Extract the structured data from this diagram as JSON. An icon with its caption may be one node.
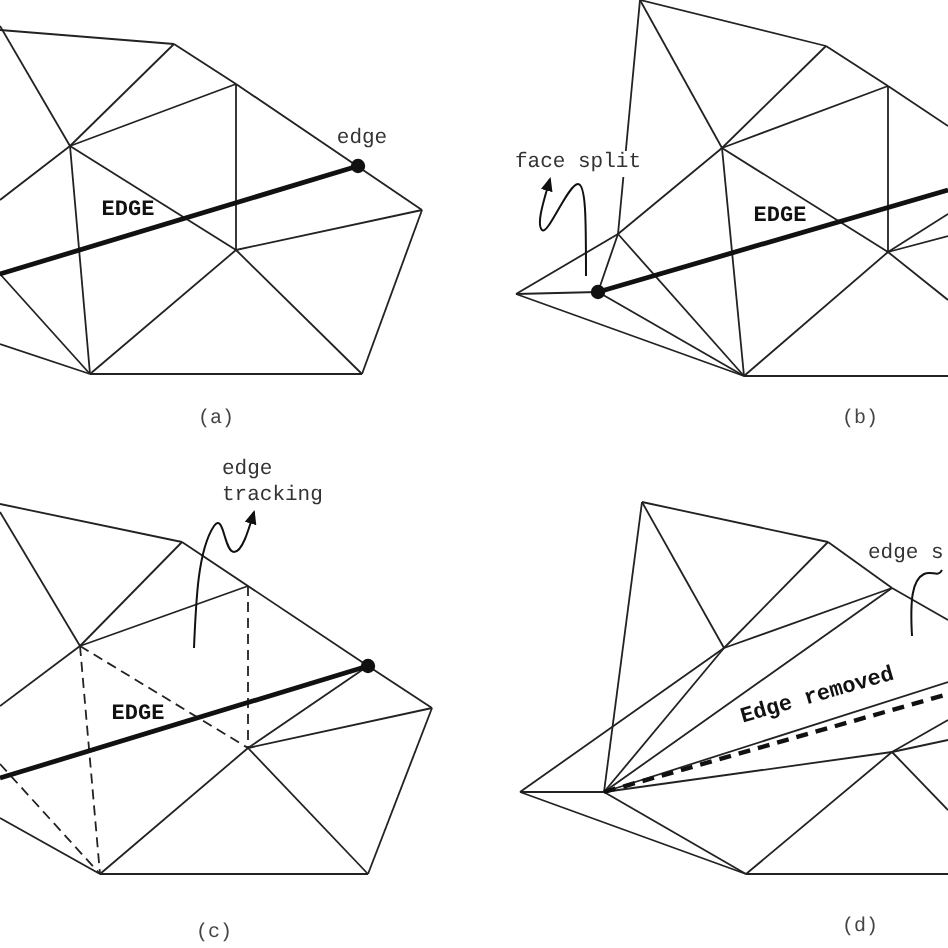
{
  "diagram": {
    "nodes": [
      {
        "text": [
          "face split"
        ]
      },
      {
        "text": [
          "edge tracking"
        ]
      },
      {
        "text": [
          "edge s"
        ]
      }
    ],
    "edges": [
      {
        "from": null,
        "to": 0,
        "arrow": "to"
      },
      {
        "from": null,
        "to": 1,
        "arrow": "to"
      },
      {
        "from": null,
        "to": 2,
        "arrow": "none"
      }
    ],
    "labels": [
      "edge",
      "EDGE",
      "(a)",
      "EDGE",
      "(b)",
      "EDGE",
      "(c)",
      "Edge removed",
      "(d)"
    ]
  }
}
